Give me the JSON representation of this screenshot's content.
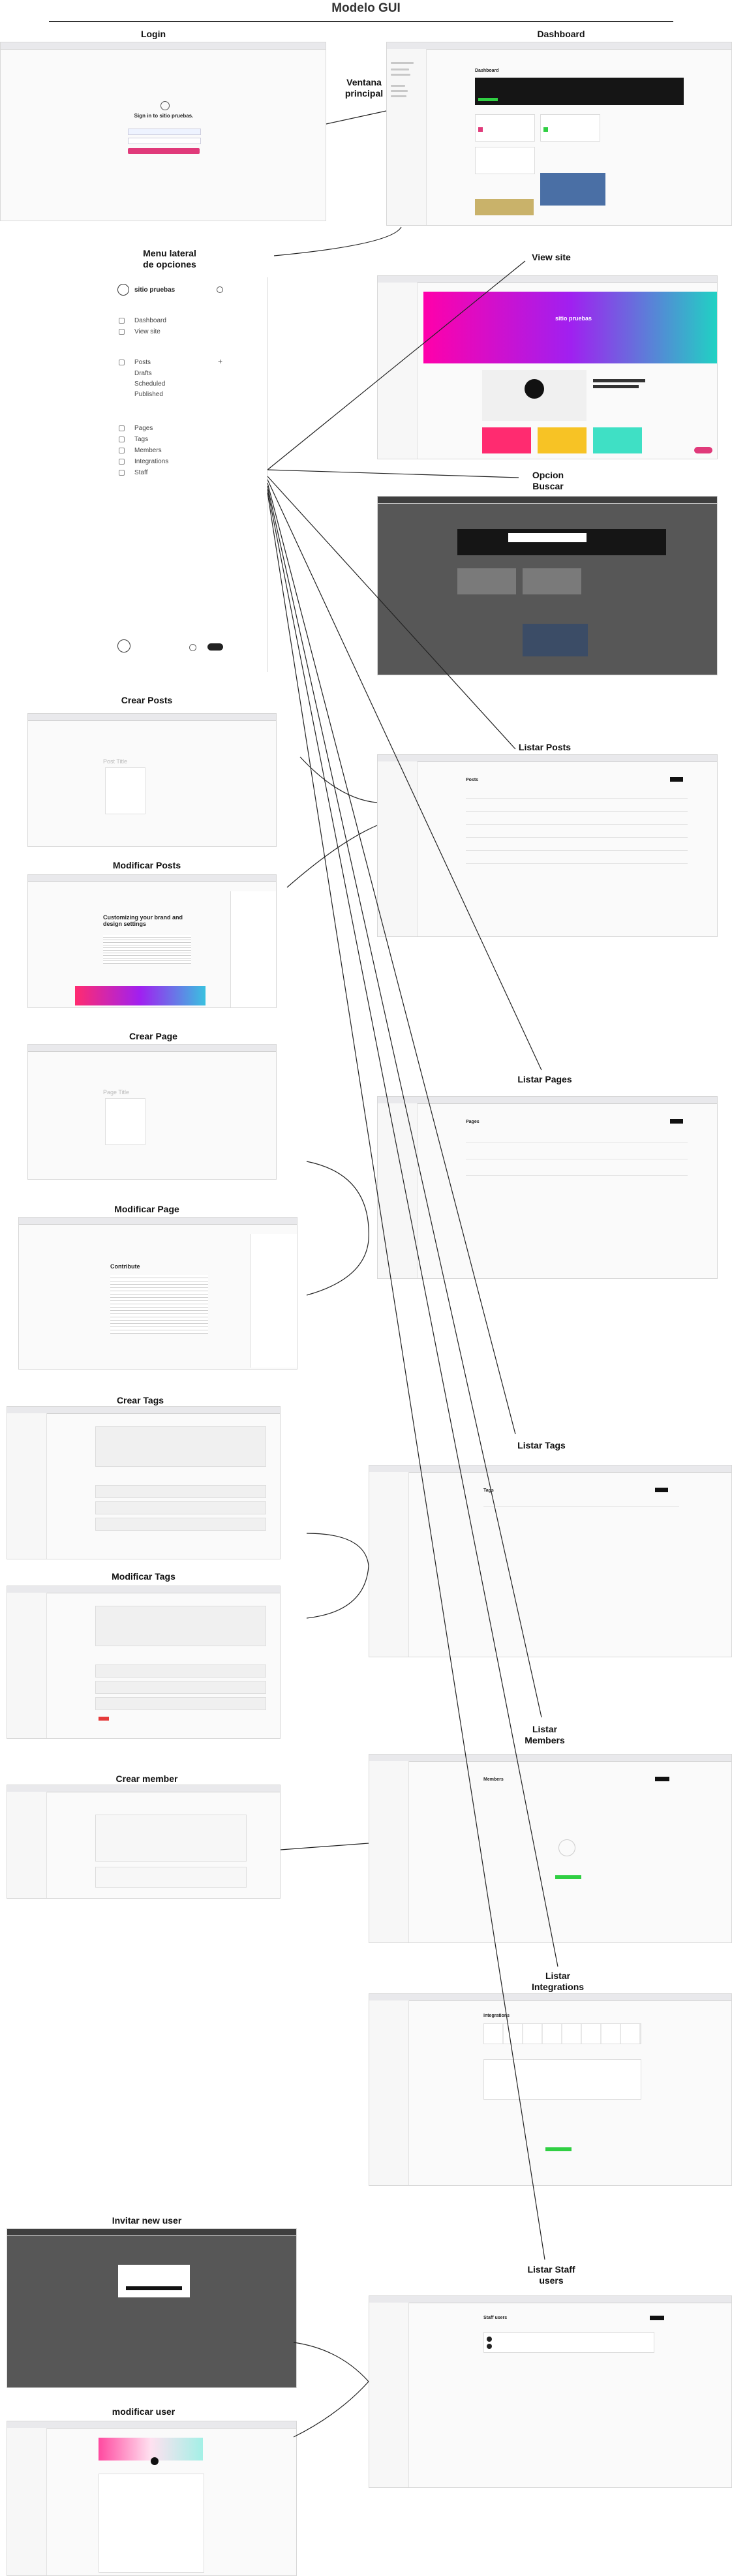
{
  "title": "Modelo GUI",
  "labels": {
    "login": "Login",
    "dashboard": "Dashboard",
    "ventana": "Ventana\nprincipal",
    "menu": "Menu lateral\nde opciones",
    "view_site": "View site",
    "opcion_buscar": "Opcion\nBuscar",
    "crear_posts": "Crear Posts",
    "listar_posts": "Listar Posts",
    "modificar_posts": "Modificar Posts",
    "crear_page": "Crear Page",
    "listar_pages": "Listar Pages",
    "modificar_page": "Modificar Page",
    "crear_tags": "Crear Tags",
    "listar_tags": "Listar Tags",
    "modificar_tags": "Modificar Tags",
    "listar_members": "Listar\nMembers",
    "crear_member": "Crear member",
    "listar_integrations": "Listar\nIntegrations",
    "invitar_user": "Invitar new user",
    "listar_staff": "Listar Staff\nusers",
    "modificar_user": "modificar user"
  },
  "login_screen": {
    "heading": "Sign in to sitio pruebas."
  },
  "menu_panel": {
    "site_name": "sitio pruebas",
    "items": [
      "Dashboard",
      "View site",
      "Posts",
      "Drafts",
      "Scheduled",
      "Published",
      "Pages",
      "Tags",
      "Members",
      "Integrations",
      "Staff"
    ]
  },
  "view_site_screen": {
    "hero_title": "sitio pruebas"
  },
  "modificar_posts_screen": {
    "heading": "Customizing your brand and\ndesign settings"
  },
  "modificar_page_screen": {
    "heading": "Contribute"
  },
  "crear_posts_screen": {
    "placeholder": "Post Title"
  },
  "crear_page_screen": {
    "placeholder": "Page Title"
  },
  "listar_posts_screen": {
    "heading": "Posts"
  },
  "listar_pages_screen": {
    "heading": "Pages"
  },
  "listar_tags_screen": {
    "heading": "Tags"
  },
  "listar_members_screen": {
    "heading": "Members"
  },
  "listar_integrations_screen": {
    "heading": "Integrations"
  },
  "listar_staff_screen": {
    "heading": "Staff users"
  },
  "dashboard_screen": {
    "heading": "Dashboard"
  },
  "colors": {
    "accent_pink": "#e03a7a",
    "green": "#30cf43",
    "dark_overlay": "#575757"
  }
}
